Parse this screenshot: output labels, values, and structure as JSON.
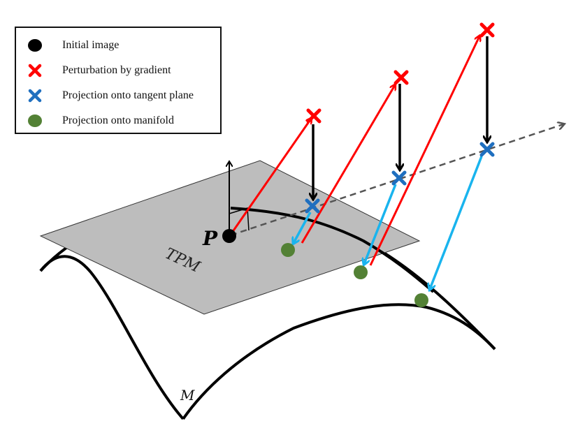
{
  "legend": {
    "items": [
      {
        "label": "Initial image",
        "symbol": "circle",
        "color": "#000000"
      },
      {
        "label": "Perturbation by gradient",
        "symbol": "cross",
        "color": "#ff0000"
      },
      {
        "label": "Projection onto tangent plane",
        "symbol": "cross",
        "color": "#1f6fbf"
      },
      {
        "label": "Projection onto manifold",
        "symbol": "circle",
        "color": "#538135"
      }
    ]
  },
  "labels": {
    "point": "P",
    "tangent_plane": "TPM",
    "manifold": "M"
  },
  "colors": {
    "plane_fill": "#bdbdbd",
    "gradient_arrow": "#ff0000",
    "projection_drop": "#000000",
    "manifold_arrow": "#19b4ee",
    "dashed_line": "#555555"
  }
}
